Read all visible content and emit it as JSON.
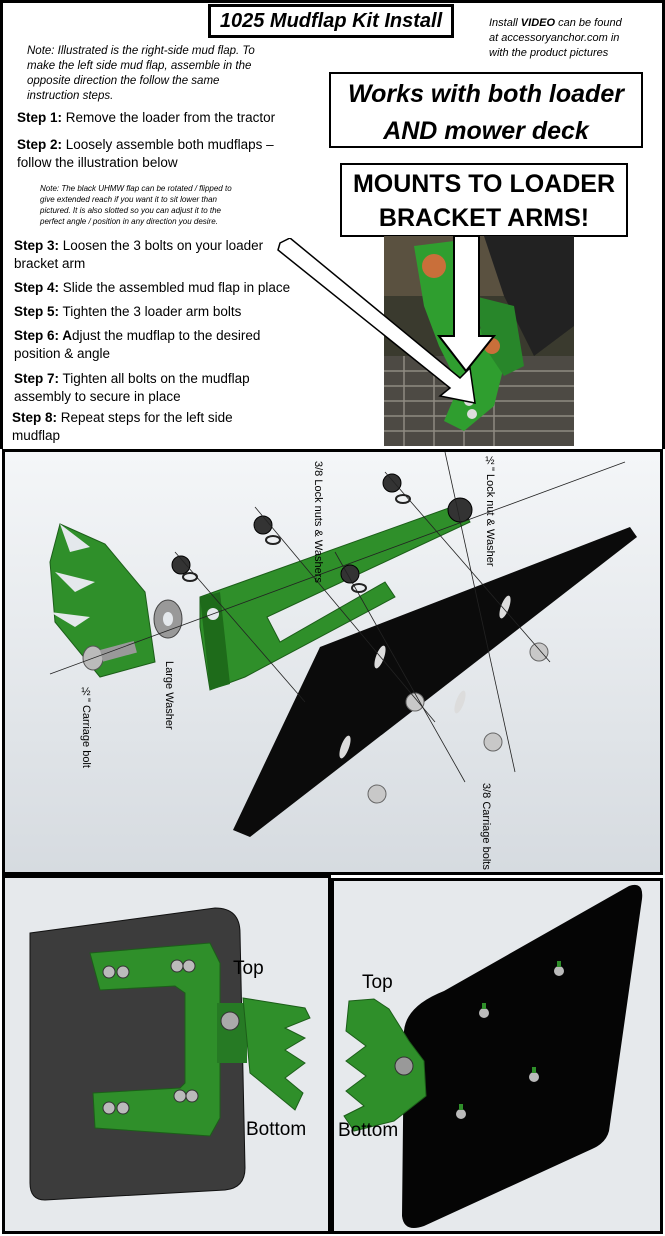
{
  "header": {
    "title": "1025 Mudflap Kit Install"
  },
  "video_note": {
    "line1": "Install VIDEO can be found",
    "line2": "at accessoryanchor.com in",
    "line3": "with the product pictures"
  },
  "intro_note": {
    "line1": "Note: Illustrated is the right-side mud flap. To",
    "line2": "make the left side mud flap, assemble in the",
    "line3": "opposite direction the follow the same",
    "line4": "instruction steps."
  },
  "works_box": {
    "line1": "Works with both loader",
    "line2": "AND mower deck"
  },
  "mounts_box": {
    "line1": "MOUNTS TO LOADER",
    "line2": "BRACKET ARMS!"
  },
  "uhmw_note": {
    "line1": "Note: The black UHMW flap can be rotated / flipped to",
    "line2": "give extended reach if you want it to sit lower than",
    "line3": "pictured. It is also slotted so you can adjust it to the",
    "line4": "perfect angle / position in any direction you desire."
  },
  "steps": [
    {
      "label": "Step 1:",
      "text": " Remove the loader from the tractor",
      "text2": ""
    },
    {
      "label": "Step 2:",
      "text": " Loosely assemble both mudflaps –",
      "text2": "follow the illustration below"
    },
    {
      "label": "Step 3:",
      "text": " Loosen the 3 bolts on your loader",
      "text2": "bracket arm"
    },
    {
      "label": "Step 4:",
      "text": " Slide the assembled mud flap in place",
      "text2": ""
    },
    {
      "label": "Step 5:",
      "text": " Tighten the 3 loader arm bolts",
      "text2": ""
    },
    {
      "label": "Step 6: A",
      "text": "djust the mudflap to the desired",
      "text2": "position & angle"
    },
    {
      "label": "Step 7:",
      "text": " Tighten all bolts on the mudflap",
      "text2": "assembly to secure in place"
    },
    {
      "label": "Step 8:",
      "text": " Repeat steps for the left side",
      "text2": "mudflap"
    }
  ],
  "diagram_labels": {
    "lock_nuts": "3/8 Lock nuts & Washers",
    "half_lock_nut": "½\" Lock nut & Washer",
    "carriage_bolt": "½\" Carriage bolt",
    "large_washer": "Large Washer",
    "carriage_bolts_38": "3/8 Carriage bolts"
  },
  "bottom_left": {
    "top": "Top",
    "bottom": "Bottom"
  },
  "bottom_right": {
    "top": "Top",
    "bottom": "Bottom"
  },
  "colors": {
    "green": "#2f8f2a",
    "dark_green": "#1e6b1a",
    "black_flap": "#111111",
    "background_gray": "#e6e9ec"
  }
}
